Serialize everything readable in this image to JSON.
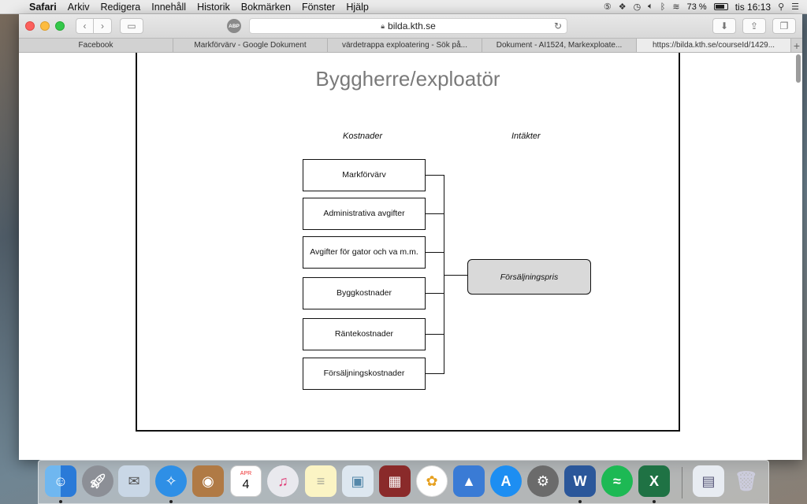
{
  "menubar": {
    "app": "Safari",
    "items": [
      "Arkiv",
      "Redigera",
      "Innehåll",
      "Historik",
      "Bokmärken",
      "Fönster",
      "Hjälp"
    ],
    "battery": "73 %",
    "clock": "tis 16:13"
  },
  "toolbar": {
    "url": "bilda.kth.se",
    "abp_label": "ABP"
  },
  "tabs": [
    {
      "label": "Facebook"
    },
    {
      "label": "Markförvärv - Google Dokument"
    },
    {
      "label": "värdetrappa exploatering - Sök på..."
    },
    {
      "label": "Dokument - AI1524, Markexploate..."
    },
    {
      "label": "https://bilda.kth.se/courseId/1429..."
    }
  ],
  "slide": {
    "title": "Byggherre/exploatör",
    "costs_label": "Kostnader",
    "income_label": "Intäkter",
    "cost_items": [
      "Markförvärv",
      "Administrativa avgifter",
      "Avgifter för gator och va m.m.",
      "Byggkostnader",
      "Räntekostnader",
      "Försäljningskostnader"
    ],
    "income_item": "Försäljningspris"
  },
  "dock": {
    "calendar_month": "APR",
    "calendar_day": "4"
  },
  "colors": {
    "title_gray": "#7a7a7a",
    "price_box_fill": "#d9d9d9"
  }
}
